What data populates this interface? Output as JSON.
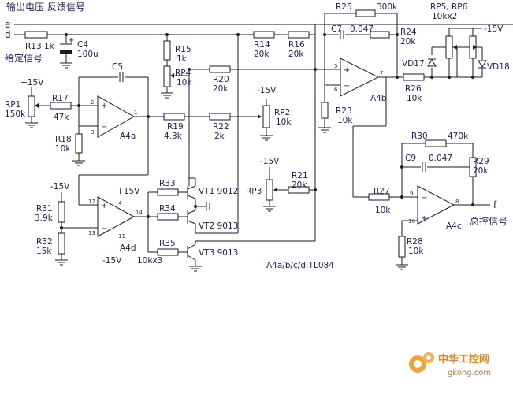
{
  "labels": {
    "top_note": "输出电压 反馈信号",
    "given_signal": "给定信号",
    "total_control": "总控信号",
    "chip_note": "A4a/b/c/d:TL084",
    "net_e": "e",
    "net_d": "d",
    "net_f": "f",
    "plus15": "+15V",
    "minus15": "-15V"
  },
  "components": {
    "R13": "R13",
    "R13_val": "1k",
    "C4": "C4",
    "C4_val": "100u",
    "R15": "R15",
    "R15_val": "1k",
    "RP4": "RP4",
    "RP4_val": "10k",
    "R14": "R14",
    "R14_val": "20k",
    "R16": "R16",
    "R16_val": "20k",
    "R20": "R20",
    "R20_val": "20k",
    "C5": "C5",
    "RP1": "RP1",
    "RP1_val": "150k",
    "R17": "R17",
    "R17_val": "47k",
    "R18": "R18",
    "R18_val": "10k",
    "A4a": "A4a",
    "R19": "R19",
    "R19_val": "4.3k",
    "R22": "R22",
    "R22_val": "2k",
    "RP2": "RP2",
    "RP2_val": "10k",
    "R31": "R31",
    "R31_val": "3.9k",
    "R32": "R32",
    "R32_val": "15k",
    "A4d": "A4d",
    "R33": "R33",
    "R34": "R34",
    "R35": "R35",
    "R33_35_val": "10kx3",
    "VT1": "VT1 9012",
    "VT2": "VT2 9013",
    "VT3": "VT3  9013",
    "RP3": "RP3",
    "R21": "R21",
    "R21_val": "20k",
    "R25": "R25",
    "R25_val": "300k",
    "C7": "C7",
    "C7_val": "0.047",
    "R24": "R24",
    "R24_val": "20k",
    "A4b": "A4b",
    "R23": "R23",
    "R23_val": "10k",
    "RP56": "RP5, RP6",
    "RP56_val": "10kx2",
    "VD17": "VD17",
    "VD18": "VD18",
    "R26": "R26",
    "R26_val": "10k",
    "R30": "R30",
    "R30_val": "470k",
    "C9": "C9",
    "C9_val": "0.047",
    "R29": "R29",
    "R29_val": "20k",
    "R27": "R27",
    "R27_val": "10k",
    "A4c": "A4c",
    "R28": "R28",
    "R28_val": "10k"
  },
  "pins": {
    "p1": "1",
    "p2": "2",
    "p3": "3",
    "p4": "4",
    "p5": "5",
    "p6": "6",
    "p7": "7",
    "p8": "8",
    "p9": "9",
    "p10": "10",
    "p11": "11",
    "p12": "12",
    "p13": "13",
    "p14": "14"
  },
  "watermark": {
    "brand": "中华工控网",
    "url": "gkong.com"
  }
}
